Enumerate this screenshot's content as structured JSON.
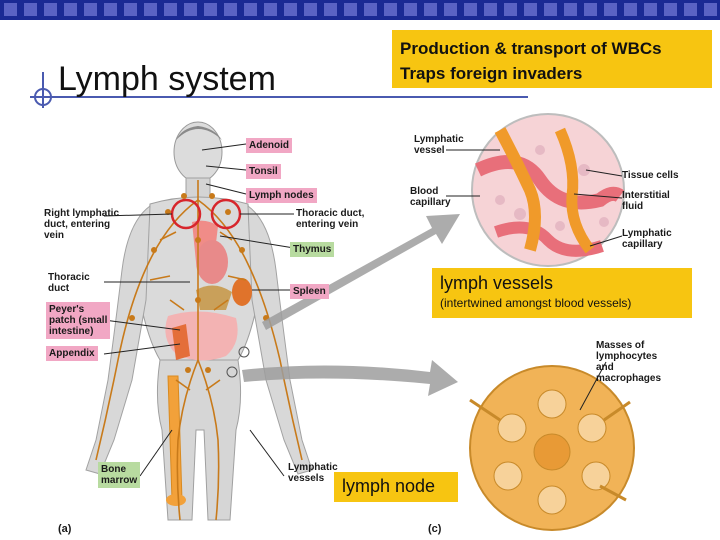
{
  "slide": {
    "title": "Lymph system",
    "banner_lines": [
      "Production & transport of WBCs",
      "Traps foreign invaders"
    ],
    "panel_labels": [
      "(a)",
      "(c)"
    ],
    "lymph_vessels": {
      "heading": "lymph vessels",
      "subtext": "(intertwined amongst blood vessels)"
    },
    "lymph_node": "lymph node"
  },
  "body_labels": {
    "adenoid": "Adenoid",
    "tonsil": "Tonsil",
    "lymph_nodes": "Lymph nodes",
    "right_lymphatic_duct": [
      "Right lymphatic",
      "duct, entering",
      "vein"
    ],
    "thoracic_duct_entering": [
      "Thoracic duct,",
      "entering vein"
    ],
    "thymus": "Thymus",
    "thoracic_duct": [
      "Thoracic",
      "duct"
    ],
    "spleen": "Spleen",
    "peyers_patch": [
      "Peyer's",
      "patch (small",
      "intestine)"
    ],
    "appendix": "Appendix",
    "bone_marrow": [
      "Bone",
      "marrow"
    ],
    "lymphatic_vessels": [
      "Lymphatic",
      "vessels"
    ]
  },
  "vessel_labels": {
    "lymphatic_vessel": [
      "Lymphatic",
      "vessel"
    ],
    "blood_capillary": [
      "Blood",
      "capillary"
    ],
    "tissue_cells": "Tissue cells",
    "interstitial_fluid": [
      "Interstitial",
      "fluid"
    ],
    "lymphatic_capillary": [
      "Lymphatic",
      "capillary"
    ]
  },
  "node_labels": {
    "masses": [
      "Masses of",
      "lymphocytes",
      "and",
      "macrophages"
    ]
  },
  "colors": {
    "topbar": "#1a2a94",
    "banner": "#f7c511",
    "label_pink": "#f1a7c4",
    "label_green": "#b8dba0",
    "lymph_orange": "#c87a1a"
  }
}
